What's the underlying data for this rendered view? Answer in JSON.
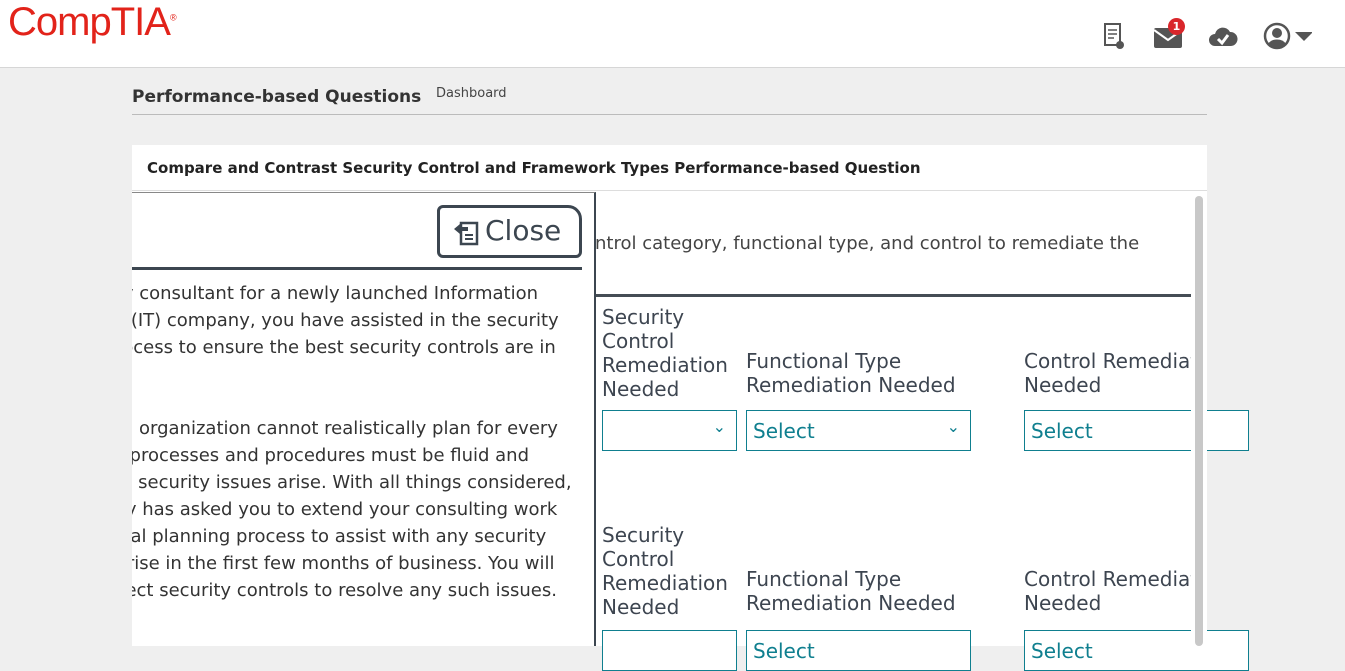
{
  "header": {
    "logo": "CompTIA",
    "mail_badge": "1",
    "icons": [
      "certificate-icon",
      "mail-icon",
      "cloud-check-icon",
      "user-icon",
      "caret-down-icon"
    ]
  },
  "nav": {
    "title": "Performance-based Questions",
    "dashboard": "Dashboard"
  },
  "card": {
    "title": "Compare and Contrast Security Control and Framework Types Performance-based Question",
    "intro": "ntrol category, functional type, and control to remediate the",
    "rows": [
      {
        "cols": [
          {
            "h1": "Security Control",
            "h2": "Remediation Needed",
            "select": ""
          },
          {
            "h1": "Functional Type",
            "h2": "Remediation Needed",
            "select": "Select"
          },
          {
            "h1": "Control Remediat",
            "h2": "Needed",
            "select": "Select"
          }
        ]
      },
      {
        "cols": [
          {
            "h1": "Security Control",
            "h2": "Remediation Needed",
            "select": ""
          },
          {
            "h1": "Functional Type",
            "h2": "Remediation Needed",
            "select": "Select"
          },
          {
            "h1": "Control Remediat",
            "h2": "Needed",
            "select": "Select"
          }
        ]
      }
    ]
  },
  "panel": {
    "title": "ario",
    "close": "Close",
    "paragraph1": [
      "urity consultant for a newly launched Information",
      "ogy (IT) company, you have assisted in the security",
      "; process to ensure the best security controls are in"
    ],
    "paragraph2": [
      "r, an organization cannot realistically plan for every",
      ", so processes and procedures must be fluid and",
      "as security issues arise. With all things considered,",
      "pany has asked you to extend your consulting work",
      "initial planning process to assist with any security",
      "at arise in the first few months of business. You will",
      "select security controls to resolve any such issues."
    ]
  }
}
